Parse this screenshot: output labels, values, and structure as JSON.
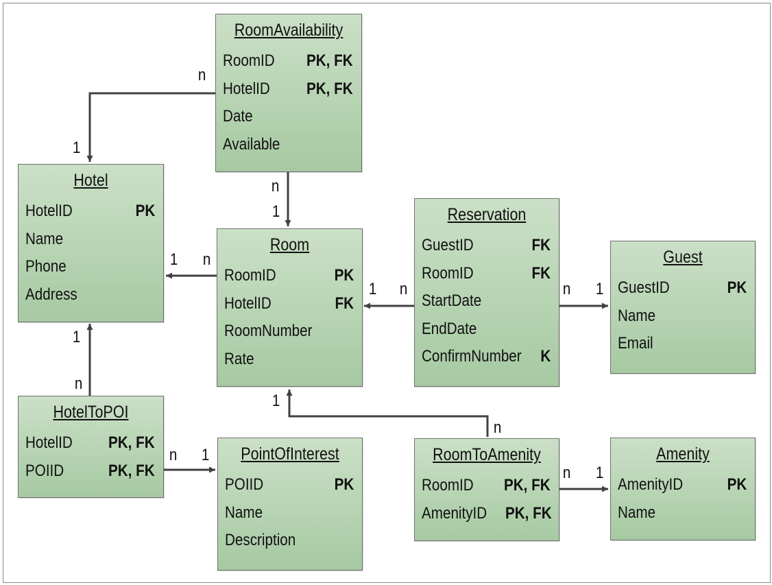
{
  "entities": {
    "room_availability": {
      "name": "RoomAvailability",
      "attrs": [
        {
          "name": "RoomID",
          "key": "PK, FK"
        },
        {
          "name": "HotelID",
          "key": "PK, FK"
        },
        {
          "name": "Date",
          "key": ""
        },
        {
          "name": "Available",
          "key": ""
        }
      ]
    },
    "hotel": {
      "name": "Hotel",
      "attrs": [
        {
          "name": "HotelID",
          "key": "PK"
        },
        {
          "name": "Name",
          "key": ""
        },
        {
          "name": "Phone",
          "key": ""
        },
        {
          "name": "Address",
          "key": ""
        }
      ]
    },
    "room": {
      "name": "Room",
      "attrs": [
        {
          "name": "RoomID",
          "key": "PK"
        },
        {
          "name": "HotelID",
          "key": "FK"
        },
        {
          "name": "RoomNumber",
          "key": ""
        },
        {
          "name": "Rate",
          "key": ""
        }
      ]
    },
    "reservation": {
      "name": "Reservation",
      "attrs": [
        {
          "name": "GuestID",
          "key": "FK"
        },
        {
          "name": "RoomID",
          "key": "FK"
        },
        {
          "name": "StartDate",
          "key": ""
        },
        {
          "name": "EndDate",
          "key": ""
        },
        {
          "name": "ConfirmNumber",
          "key": "K"
        }
      ]
    },
    "guest": {
      "name": "Guest",
      "attrs": [
        {
          "name": "GuestID",
          "key": "PK"
        },
        {
          "name": "Name",
          "key": ""
        },
        {
          "name": "Email",
          "key": ""
        }
      ]
    },
    "hotel_to_poi": {
      "name": "HotelToPOI",
      "attrs": [
        {
          "name": "HotelID",
          "key": "PK, FK"
        },
        {
          "name": "POIID",
          "key": "PK, FK"
        }
      ]
    },
    "point_of_interest": {
      "name": "PointOfInterest",
      "attrs": [
        {
          "name": "POIID",
          "key": "PK"
        },
        {
          "name": "Name",
          "key": ""
        },
        {
          "name": "Description",
          "key": ""
        }
      ]
    },
    "room_to_amenity": {
      "name": "RoomToAmenity",
      "attrs": [
        {
          "name": "RoomID",
          "key": "PK, FK"
        },
        {
          "name": "AmenityID",
          "key": "PK, FK"
        }
      ]
    },
    "amenity": {
      "name": "Amenity",
      "attrs": [
        {
          "name": "AmenityID",
          "key": "PK"
        },
        {
          "name": "Name",
          "key": ""
        }
      ]
    }
  },
  "cardinalities": {
    "ra_hotel_n": "n",
    "ra_hotel_1": "1",
    "ra_room_n": "n",
    "ra_room_1": "1",
    "room_hotel_1": "1",
    "room_hotel_n": "n",
    "res_room_1": "1",
    "res_room_n": "n",
    "res_guest_n": "n",
    "res_guest_1": "1",
    "hpoi_hotel_1": "1",
    "hpoi_hotel_n": "n",
    "hpoi_poi_n": "n",
    "hpoi_poi_1": "1",
    "rta_room_1": "1",
    "rta_room_n": "n",
    "rta_amen_n": "n",
    "rta_amen_1": "1"
  },
  "colors": {
    "entity_top": "#cbe0c7",
    "entity_bottom": "#a6c9a2",
    "line": "#404040"
  }
}
